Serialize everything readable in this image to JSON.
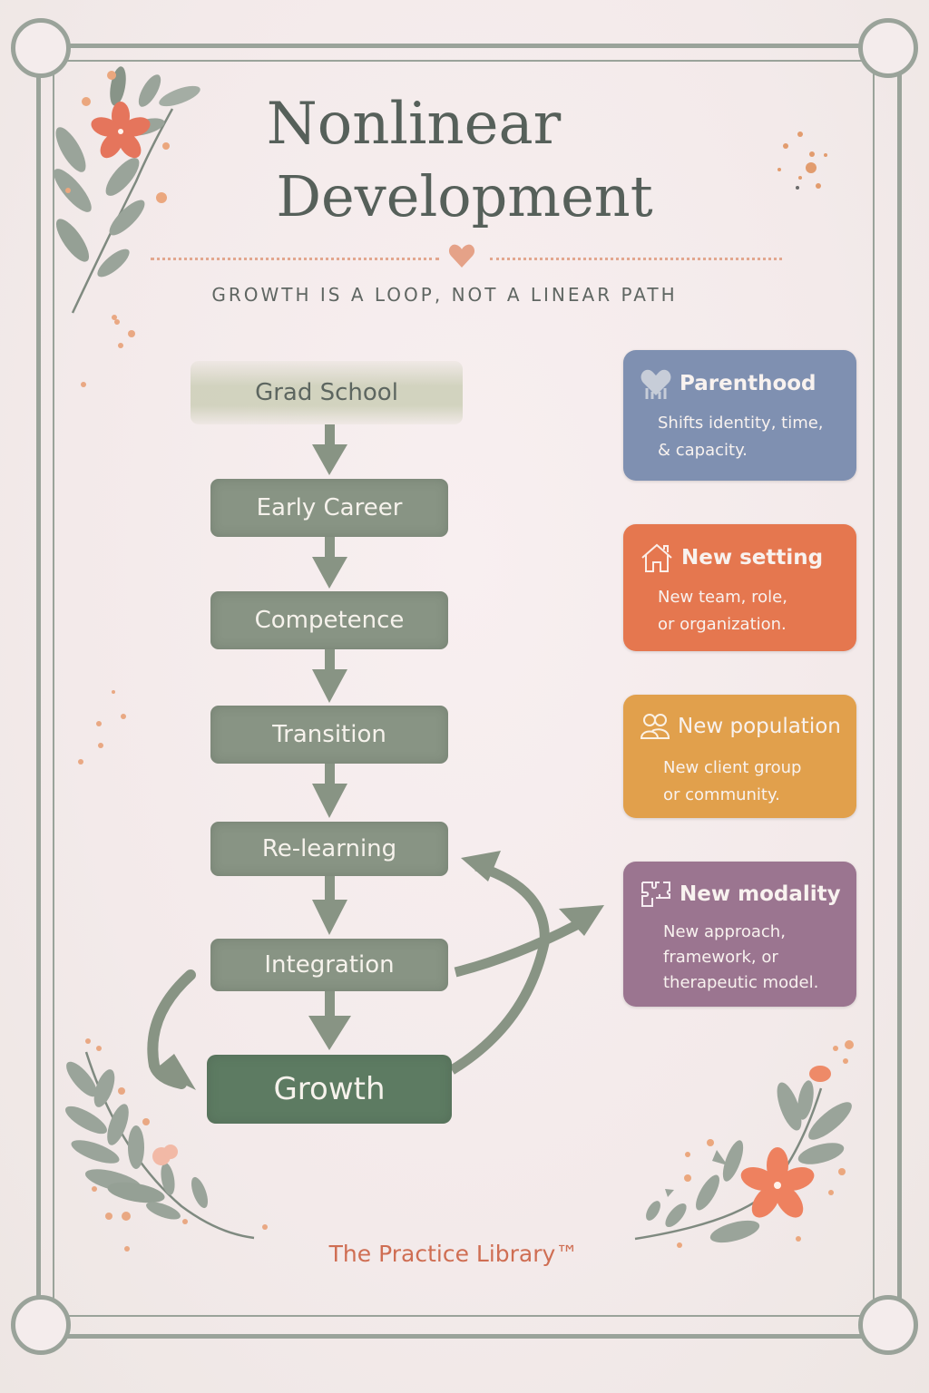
{
  "header": {
    "title_line1": "Nonlinear",
    "title_line2": "Development",
    "divider_icon": "heart-icon",
    "subtitle": "GROWTH IS A LOOP, NOT A LINEAR PATH"
  },
  "flow": {
    "steps": [
      {
        "label": "Grad School"
      },
      {
        "label": "Early Career"
      },
      {
        "label": "Competence"
      },
      {
        "label": "Transition"
      },
      {
        "label": "Re-learning"
      },
      {
        "label": "Integration"
      },
      {
        "label": "Growth"
      }
    ],
    "arrows": [
      {
        "from": "Grad School",
        "to": "Early Career",
        "type": "straight"
      },
      {
        "from": "Early Career",
        "to": "Competence",
        "type": "straight"
      },
      {
        "from": "Competence",
        "to": "Transition",
        "type": "straight"
      },
      {
        "from": "Transition",
        "to": "Re-learning",
        "type": "straight"
      },
      {
        "from": "Re-learning",
        "to": "Integration",
        "type": "straight"
      },
      {
        "from": "Integration",
        "to": "Growth",
        "type": "straight"
      },
      {
        "from": "Integration",
        "to": "Growth",
        "type": "curved-left"
      },
      {
        "from": "Growth",
        "to": "Re-learning",
        "type": "curved-loop-right"
      },
      {
        "from": "Integration",
        "to": "New modality",
        "type": "curved-out-right"
      }
    ]
  },
  "cards": [
    {
      "title": "Parenthood",
      "icon": "heart-icon",
      "body_line1": "Shifts identity, time,",
      "body_line2": "& capacity.",
      "color": "#7f90b1"
    },
    {
      "title": "New setting",
      "icon": "house-icon",
      "body_line1": "New team, role,",
      "body_line2": "or organization.",
      "color": "#e5774f"
    },
    {
      "title": "New population",
      "icon": "people-icon",
      "body_line1": "New client group",
      "body_line2": "or community.",
      "color": "#e1a04c"
    },
    {
      "title": "New modality",
      "icon": "puzzle-icon",
      "body_line1": "New approach,",
      "body_line2": "framework, or",
      "body_line3": "therapeutic model.",
      "color": "#9b7590"
    }
  ],
  "footer": {
    "brand": "The Practice Library™"
  },
  "colors": {
    "background": "#f4ecec",
    "frame": "#9aa39a",
    "step_green": "#889484",
    "growth_green": "#5d7b62",
    "title_text": "#56605a",
    "accent_coral": "#cf6e53"
  }
}
